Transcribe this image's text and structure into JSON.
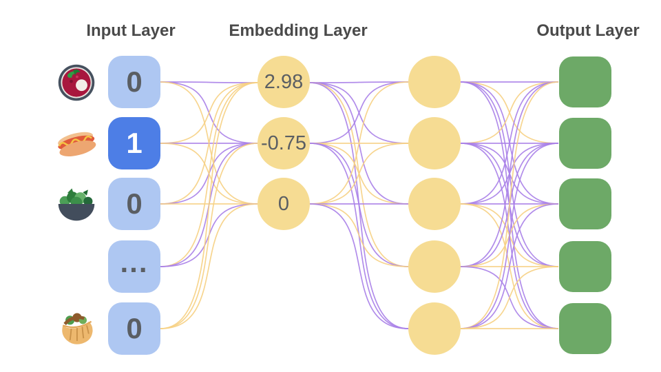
{
  "titles": {
    "input": "Input Layer",
    "embedding": "Embedding Layer",
    "output": "Output Layer"
  },
  "colors": {
    "edge_purple": "#a87fe8",
    "edge_yellow": "#f6d083",
    "input_node": "#aec7f2",
    "input_node_active": "#4d7ee6",
    "embedding_node": "#f6dc93",
    "output_node": "#6da967",
    "node_text": "#5a5e63"
  },
  "input_layer": {
    "nodes": [
      {
        "icon": "soup-emoji",
        "value": "0",
        "active": false
      },
      {
        "icon": "hot-dog-emoji",
        "value": "1",
        "active": true
      },
      {
        "icon": "salad-emoji",
        "value": "0",
        "active": false
      },
      {
        "icon": "none",
        "value": "...",
        "active": false
      },
      {
        "icon": "pita-emoji",
        "value": "0",
        "active": false
      }
    ]
  },
  "embedding_layer": {
    "values": [
      "2.98",
      "-0.75",
      "0"
    ]
  },
  "hidden_layer": {
    "node_count": 5
  },
  "output_layer": {
    "node_count": 5
  },
  "edges": {
    "input_to_embedding": [
      [
        "purple",
        "purple",
        "yellow"
      ],
      [
        "yellow",
        "purple",
        "yellow"
      ],
      [
        "yellow",
        "purple",
        "yellow"
      ],
      [
        "yellow",
        "purple",
        "purple"
      ],
      [
        "yellow",
        "yellow",
        "yellow"
      ]
    ],
    "embedding_to_hidden": [
      [
        "purple",
        "purple",
        "purple",
        "yellow",
        "purple"
      ],
      [
        "purple",
        "yellow",
        "yellow",
        "purple",
        "purple"
      ],
      [
        "yellow",
        "yellow",
        "purple",
        "yellow",
        "purple"
      ]
    ],
    "hidden_to_output": [
      [
        "purple",
        "yellow",
        "purple",
        "purple",
        "purple"
      ],
      [
        "yellow",
        "purple",
        "purple",
        "purple",
        "purple"
      ],
      [
        "purple",
        "purple",
        "purple",
        "yellow",
        "yellow"
      ],
      [
        "purple",
        "purple",
        "yellow",
        "yellow",
        "purple"
      ],
      [
        "yellow",
        "purple",
        "purple",
        "yellow",
        "yellow"
      ]
    ]
  }
}
